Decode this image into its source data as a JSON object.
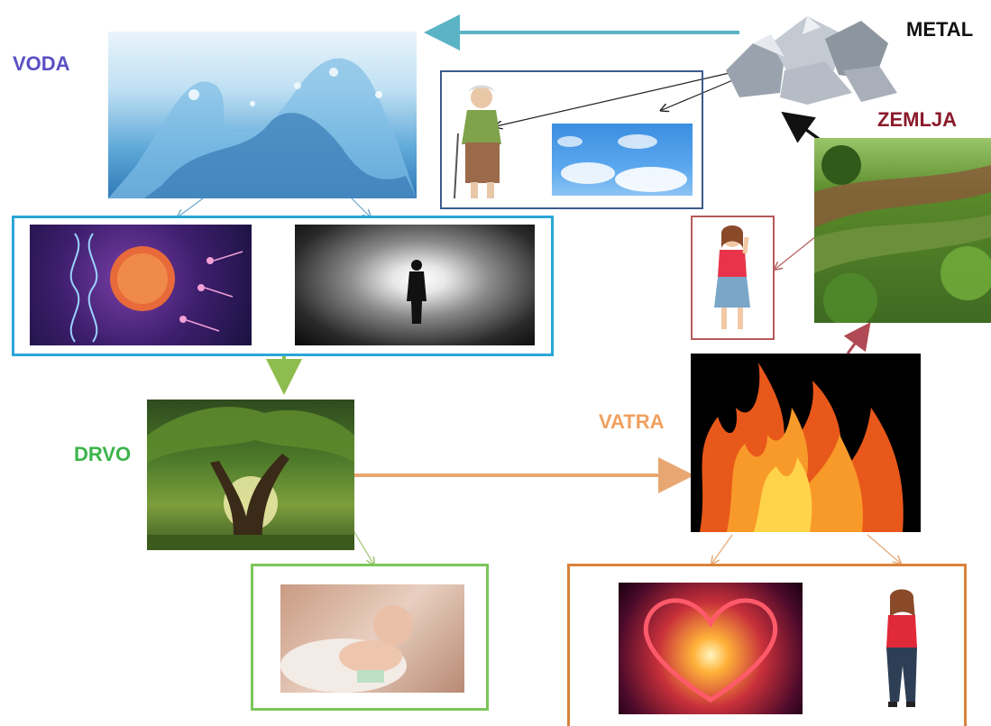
{
  "labels": {
    "voda": "VODA",
    "metal": "METAL",
    "zemlja": "ZEMLJA",
    "drvo": "DRVO",
    "vatra": "VATRA"
  },
  "colors": {
    "voda": "#5a4fc4",
    "metal": "#111111",
    "zemlja": "#8b1a2b",
    "drvo": "#3cb44b",
    "vatra": "#f0a060",
    "arrow_water": "#5bb3c6",
    "arrow_wood": "#8fbc4f",
    "arrow_fire": "#e8a772",
    "arrow_earth": "#b04a55",
    "box_water": "#2aa6d6",
    "box_metal": "#3c5a8c",
    "box_wood": "#7bc65a",
    "box_fire": "#d9823a",
    "box_earth": "#b65a5a"
  },
  "images": [
    "water-splash",
    "metal-ore",
    "elderly-woman",
    "blue-sky-clouds",
    "fertilization-dna",
    "light-tunnel",
    "forest-tree",
    "farm-field",
    "woman-thinking",
    "fire-flames",
    "newborn-baby",
    "glowing-heart",
    "young-woman"
  ]
}
